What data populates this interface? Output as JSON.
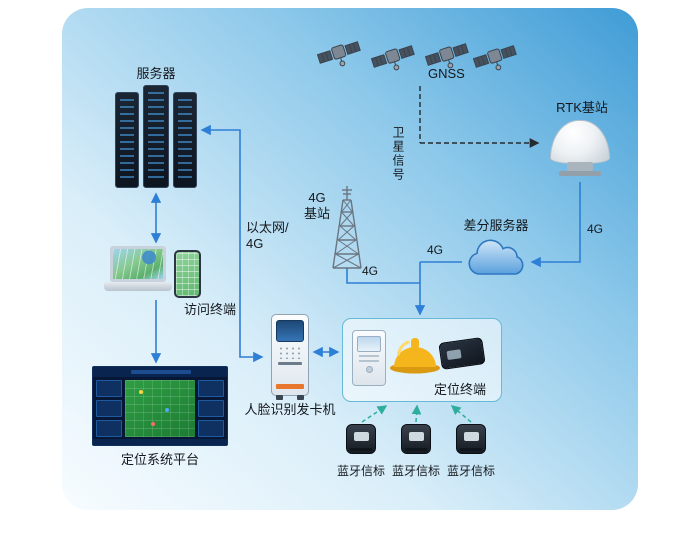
{
  "colors": {
    "canvas_gradient_start": "#f7fcff",
    "canvas_gradient_end": "#3f9cd6",
    "connector_blue": "#2e7fd6",
    "dashed_black": "#26292e",
    "dashed_teal": "#2fae9e",
    "helmet_yellow": "#f5b51d"
  },
  "nodes": {
    "gnss": {
      "label": "GNSS"
    },
    "satellite_signal": {
      "label": "卫星信号"
    },
    "server": {
      "label": "服务器"
    },
    "rtk": {
      "label": "RTK基站"
    },
    "tower": {
      "line1": "4G",
      "line2": "基站"
    },
    "ethernet": {
      "line1": "以太网/",
      "line2": "4G"
    },
    "diff_server": {
      "label": "差分服务器"
    },
    "access_terminal": {
      "label": "访问终端"
    },
    "platform": {
      "label": "定位系统平台"
    },
    "face_machine": {
      "label": "人脸识别发卡机"
    },
    "terminal_box": {
      "label": "定位终端"
    },
    "beacons": [
      {
        "label": "蓝牙信标"
      },
      {
        "label": "蓝牙信标"
      },
      {
        "label": "蓝牙信标"
      }
    ]
  },
  "edges": {
    "rtk_to_cloud": {
      "label": "4G"
    },
    "cloud_to_terminal": {
      "label": "4G"
    },
    "tower_to_terminal": {
      "label": "4G"
    }
  }
}
